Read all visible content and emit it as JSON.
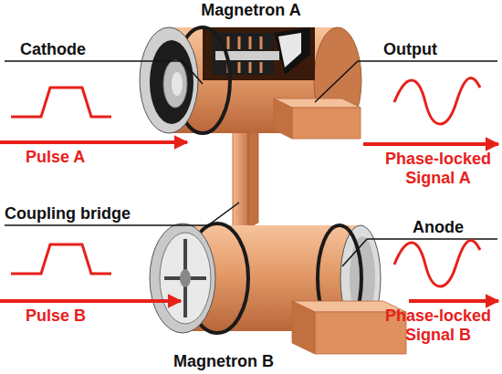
{
  "diagram": {
    "labels": [
      "Magnetron A",
      "Cathode",
      "Output",
      "Pulse A",
      "Phase-locked Signal A",
      "Coupling bridge",
      "Anode",
      "Pulse B",
      "Magnetron B",
      "Phase-locked Signal B"
    ]
  }
}
